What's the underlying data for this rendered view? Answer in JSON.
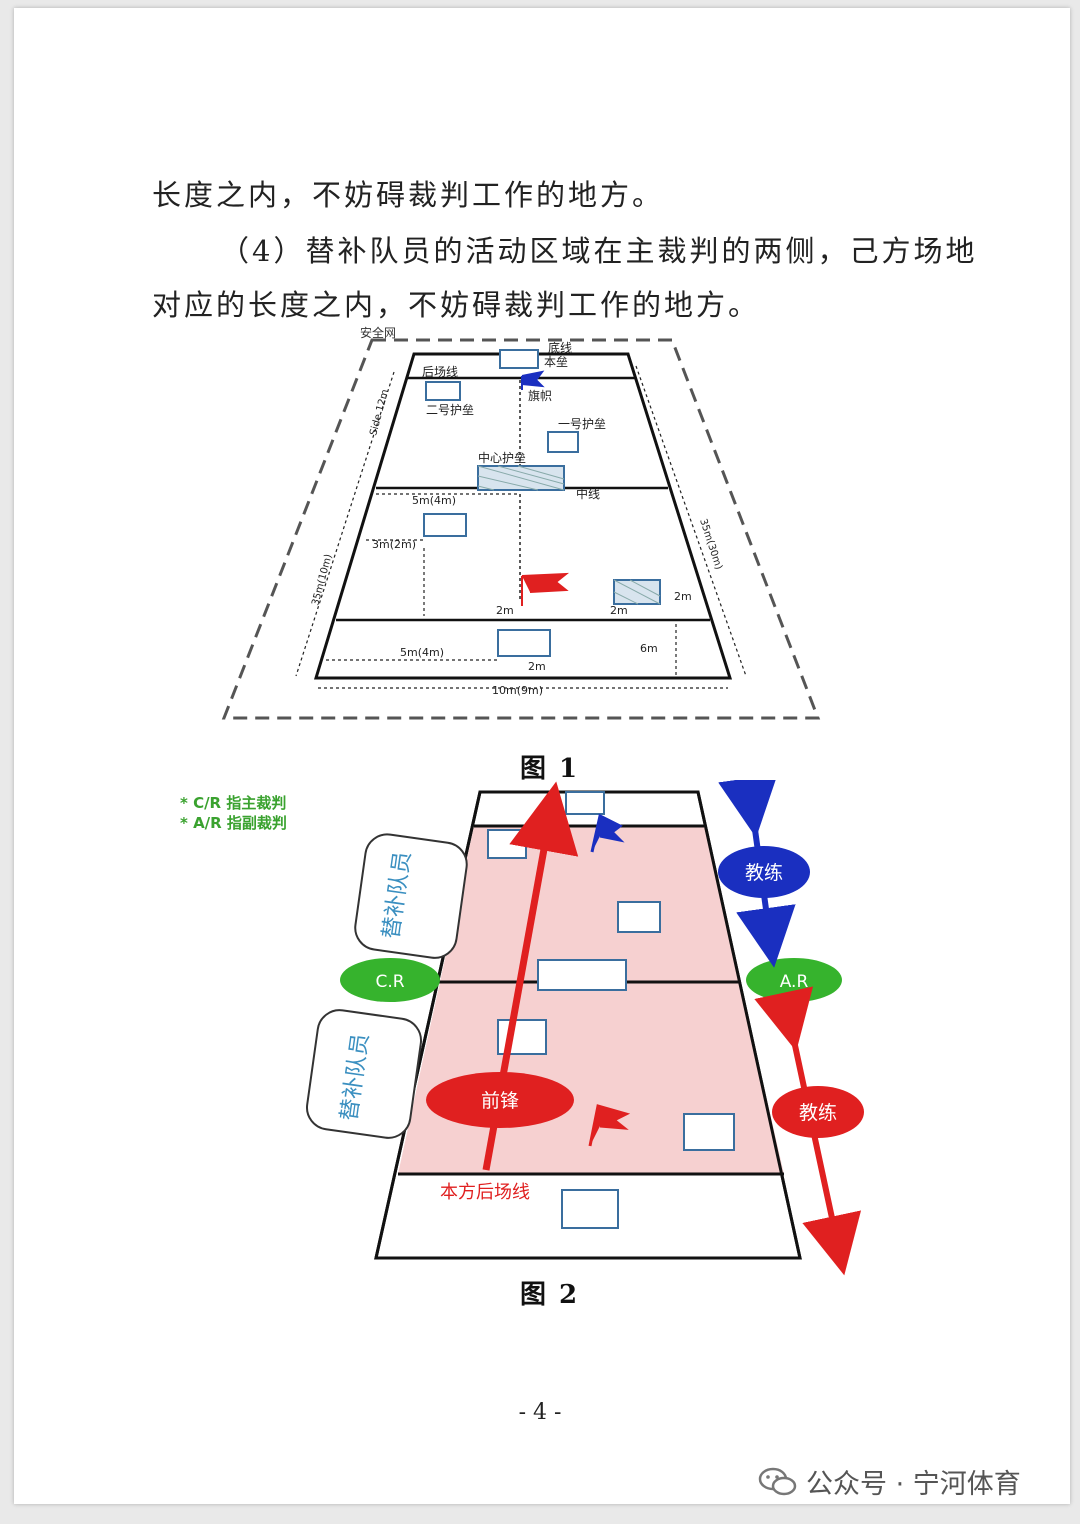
{
  "paragraphs": [
    "长度之内，不妨碍裁判工作的地方。",
    "（4）替补队员的活动区域在主裁判的两侧，己方场地",
    "对应的长度之内，不妨碍裁判工作的地方。"
  ],
  "figure1": {
    "caption": "图 1",
    "labels": {
      "safety_net": "安全网",
      "base_line": "底线",
      "home_base": "本垒",
      "back_line": "后场线",
      "second_base": "二号护垒",
      "flag_pole": "旗帜",
      "first_base": "一号护垒",
      "center_base": "中心护垒",
      "mid_line": "中线",
      "dim_5m_top": "5m(4m)",
      "dim_3m": "3m(2m)",
      "dim_2m_a": "2m",
      "dim_2m_b": "2m",
      "dim_2m_c": "2m",
      "dim_5m_bottom": "5m(4m)",
      "dim_2m_d": "2m",
      "dim_6m": "6m",
      "dim_10m": "10m(9m)",
      "side_left_upper": "Side 12m",
      "side_left_lower": "35m(10m)",
      "side_right": "35m(30m)"
    }
  },
  "figure2": {
    "caption": "图 2",
    "legend": [
      "* C/R 指主裁判",
      "* A/R 指副裁判"
    ],
    "labels": {
      "subs_top": "替补队员",
      "subs_bottom": "替补队员",
      "cr": "C.R",
      "ar": "A.R",
      "coach_blue": "教练",
      "coach_red": "教练",
      "forward": "前锋",
      "own_back_line": "本方后场线"
    }
  },
  "page_number": "- 4 -",
  "footer": {
    "text": "公众号 · 宁河体育"
  },
  "colors": {
    "red": "#e02020",
    "blue": "#1a2fc0",
    "green": "#36b32d",
    "pink": "#f6d0d0",
    "legend_green": "#3aa22f"
  }
}
